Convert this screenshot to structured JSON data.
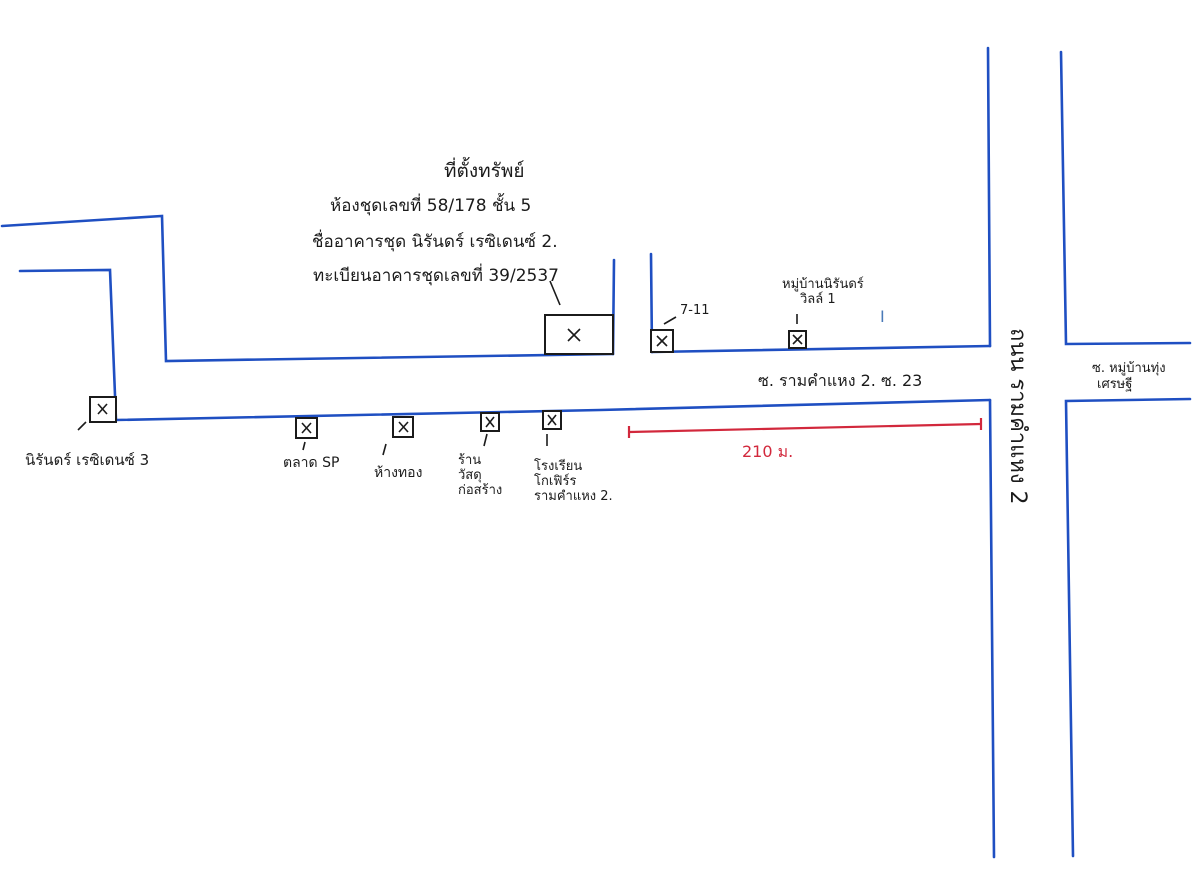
{
  "property_note": {
    "heading": "ที่ตั้งทรัพย์",
    "line1": "ห้องชุดเลขที่ 58/178 ชั้น 5",
    "line2": "ชื่ออาคารชุด นิรันดร์ เรซิเดนซ์ 2.",
    "line3": "ทะเบียนอาคารชุดเลขที่ 39/2537"
  },
  "places": {
    "niran_residence_3": "นิรันดร์ เรซิเดนซ์ 3",
    "sp_market": "ตลาด SP",
    "gold_shop": "ห้างทอง",
    "hardware_shop": "ร้าน วัสดุ ก่อสร้าง",
    "school": "โรงเรียน โกเฟิร์ร รามคำแหง 2.",
    "seven_eleven": "7-11",
    "niran_village": "หมู่บ้านนิรันดร์ วิลล์ 1"
  },
  "roads": {
    "soi_label": "ซ. รามคำแหง 2. ซ. 23",
    "main_road": "ถนน รามคำแหง 2",
    "village_soi": "ซ. หมู่บ้านทุ่ง เศรษฐี"
  },
  "distance": {
    "label": "210 ม."
  },
  "colors": {
    "road": "#1f4fc2",
    "ink": "#1b1b1b",
    "distance": "#d2283c"
  }
}
